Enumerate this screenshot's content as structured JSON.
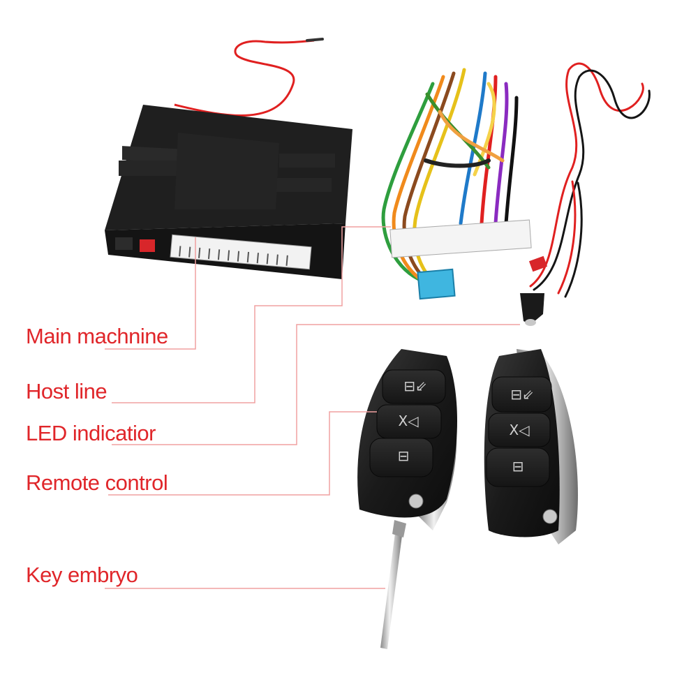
{
  "labels": {
    "main": "Main machnine",
    "host": "Host line",
    "led": "LED indicatior",
    "remote": "Remote control",
    "key": "Key embryo"
  },
  "colors": {
    "label": "#e0262a",
    "leader": "#f0a0a0",
    "module_body": "#1c1c1c",
    "wire_red": "#e02020",
    "wire_black": "#111111",
    "fuse": "#3fb6e0",
    "key_chrome": "#c8c8c8"
  },
  "icons": [
    "unlock-icon",
    "alarm-icon",
    "lock-icon"
  ]
}
